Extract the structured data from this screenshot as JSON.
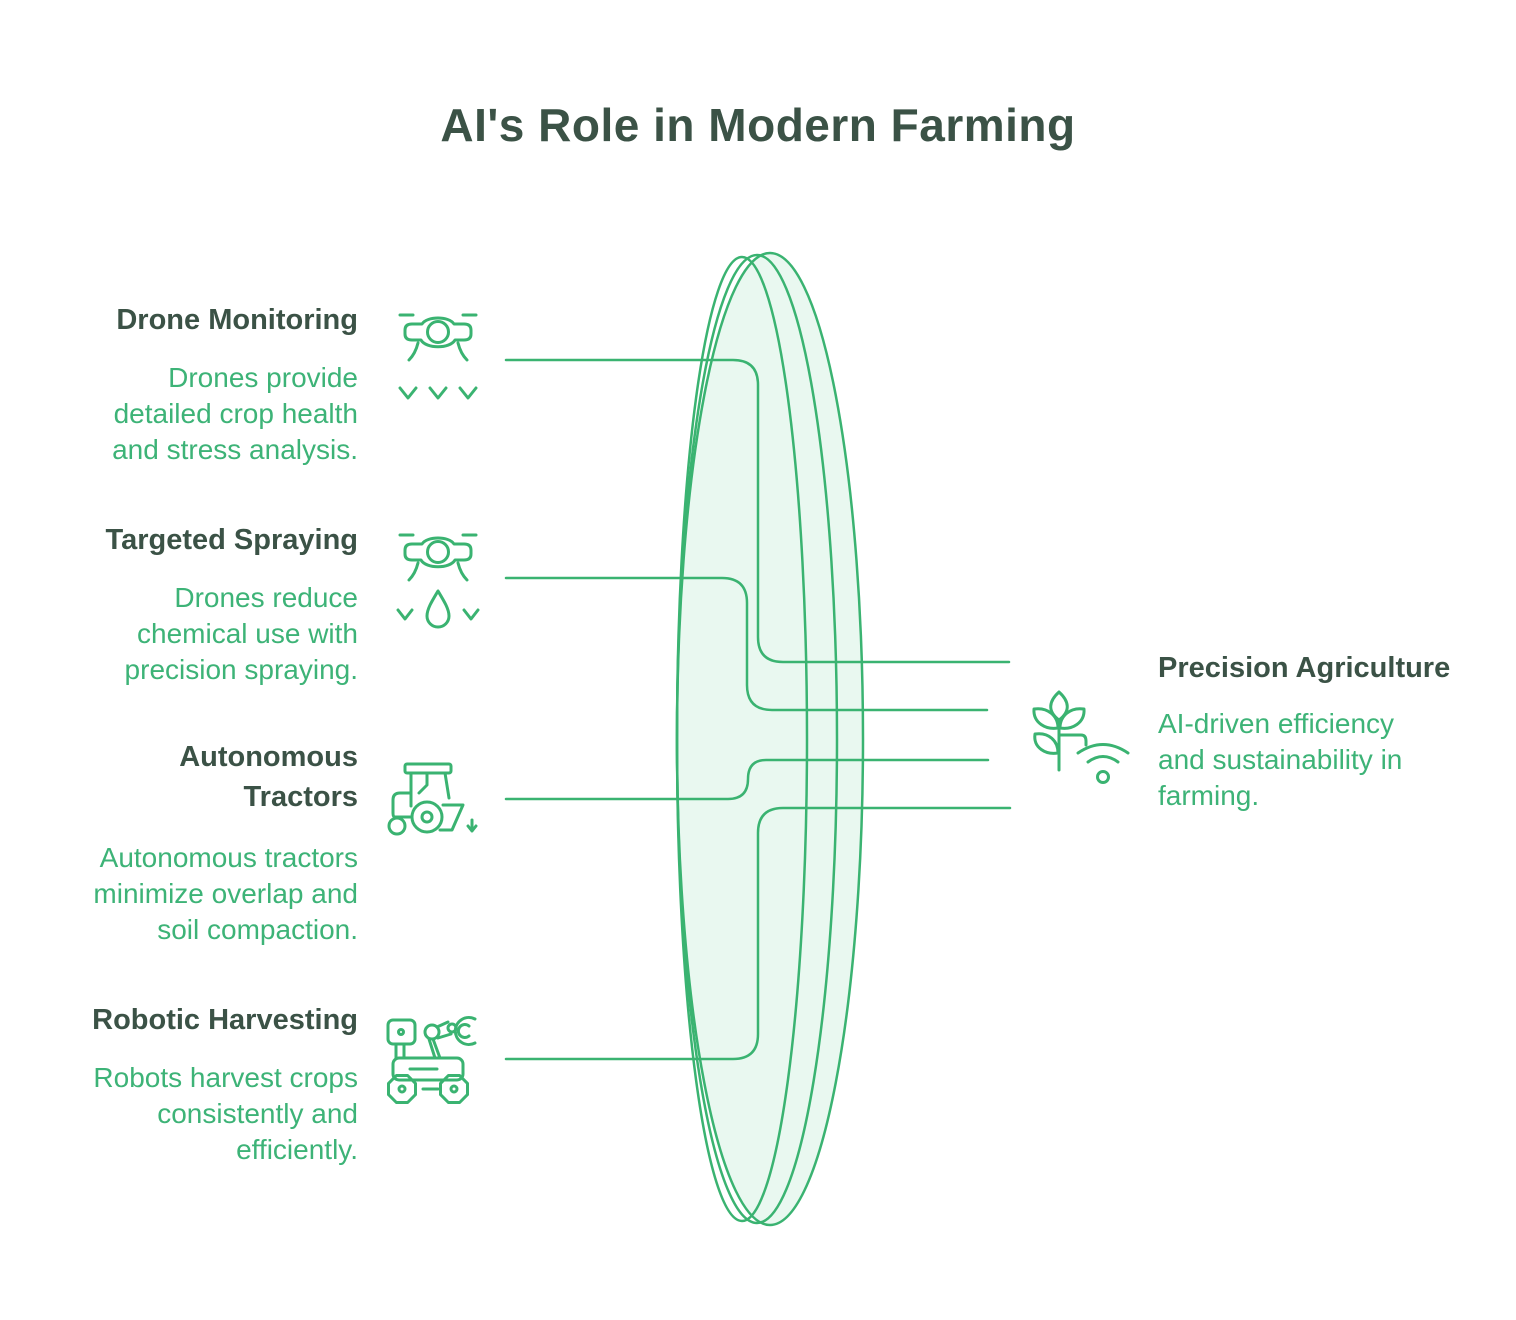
{
  "title": "AI's Role in Modern Farming",
  "colors": {
    "accent_green": "#3ab371",
    "lens_fill": "#e9f8f0",
    "heading_text": "#3b5246",
    "body_text": "#3db377",
    "background": "#ffffff"
  },
  "left_items": [
    {
      "heading": "Drone Monitoring",
      "description": "Drones provide detailed crop health and stress analysis.",
      "icon": "drone-monitoring-icon"
    },
    {
      "heading": "Targeted Spraying",
      "description": "Drones reduce chemical use with precision spraying.",
      "icon": "drone-spraying-icon"
    },
    {
      "heading": "Autonomous Tractors",
      "description": "Autonomous tractors minimize overlap and soil compaction.",
      "icon": "autonomous-tractor-icon"
    },
    {
      "heading": "Robotic Harvesting",
      "description": "Robots harvest crops consistently and efficiently.",
      "icon": "harvest-robot-icon"
    }
  ],
  "right_item": {
    "heading": "Precision Agriculture",
    "description": "AI-driven efficiency and sustainability in farming.",
    "icon": "plant-wifi-icon"
  }
}
